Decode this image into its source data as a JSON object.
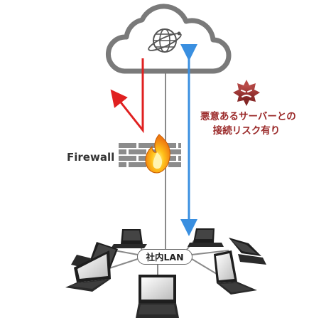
{
  "firewall": {
    "label": "Firewall"
  },
  "threat": {
    "line1": "悪意あるサーバーとの",
    "line2": "接続リスク有り"
  },
  "lan": {
    "label": "社内LAN"
  },
  "icons": [
    "cloud-icon",
    "globe-icon",
    "firewall-icon",
    "flame-icon",
    "malicious-face-icon",
    "laptop-icon",
    "red-arrow",
    "blue-double-arrow"
  ],
  "colors": {
    "red_arrow": "#e02020",
    "blue_arrow": "#3a8fe0",
    "threat_text": "#9b2a2a",
    "cloud_stroke": "#7a7a7a"
  }
}
